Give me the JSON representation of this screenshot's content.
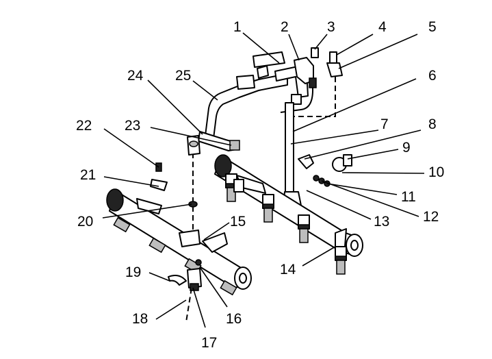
{
  "callouts": [
    {
      "id": 1,
      "label": "1"
    },
    {
      "id": 2,
      "label": "2"
    },
    {
      "id": 3,
      "label": "3"
    },
    {
      "id": 4,
      "label": "4"
    },
    {
      "id": 5,
      "label": "5"
    },
    {
      "id": 6,
      "label": "6"
    },
    {
      "id": 7,
      "label": "7"
    },
    {
      "id": 8,
      "label": "8"
    },
    {
      "id": 9,
      "label": "9"
    },
    {
      "id": 10,
      "label": "10"
    },
    {
      "id": 11,
      "label": "11"
    },
    {
      "id": 12,
      "label": "12"
    },
    {
      "id": 13,
      "label": "13"
    },
    {
      "id": 14,
      "label": "14"
    },
    {
      "id": 15,
      "label": "15"
    },
    {
      "id": 16,
      "label": "16"
    },
    {
      "id": 17,
      "label": "17"
    },
    {
      "id": 18,
      "label": "18"
    },
    {
      "id": 19,
      "label": "19"
    },
    {
      "id": 20,
      "label": "20"
    },
    {
      "id": 21,
      "label": "21"
    },
    {
      "id": 22,
      "label": "22"
    },
    {
      "id": 23,
      "label": "23"
    },
    {
      "id": 24,
      "label": "24"
    },
    {
      "id": 25,
      "label": "25"
    }
  ]
}
